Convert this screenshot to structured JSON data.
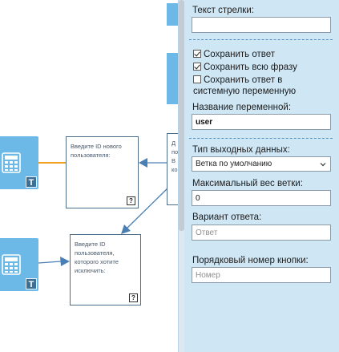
{
  "canvas": {
    "nodes": [
      {
        "text": "Введите ID нового пользователя:",
        "help": "?"
      },
      {
        "text": "Введите ID пользователя, которого хотите исключить:",
        "help": "?"
      },
      {
        "text": "Д по В ко",
        "help": ""
      }
    ],
    "calc_badge": "T"
  },
  "panel": {
    "arrow_text_label": "Текст стрелки:",
    "arrow_text_value": "",
    "save_answer_label": "Сохранить ответ",
    "save_answer_checked": true,
    "save_phrase_label": "Сохранить всю фразу",
    "save_phrase_checked": true,
    "save_system_label_1": "Сохранить ответ в",
    "save_system_label_2": "системную переменную",
    "save_system_checked": false,
    "var_name_label": "Название переменной:",
    "var_name_value": "user",
    "output_type_label": "Тип выходных данных:",
    "output_type_value": "Ветка по умолчанию",
    "max_weight_label": "Максимальный вес ветки:",
    "max_weight_value": "0",
    "answer_variant_label": "Вариант ответа:",
    "answer_variant_placeholder": "Ответ",
    "button_order_label": "Порядковый номер кнопки:",
    "button_order_placeholder": "Номер"
  },
  "colors": {
    "accent": "#6cb8e6",
    "panel_bg": "#cfe6f5",
    "link_blue": "#4a7fb5",
    "link_orange": "#f0a020",
    "badge": "#3d6f95"
  }
}
